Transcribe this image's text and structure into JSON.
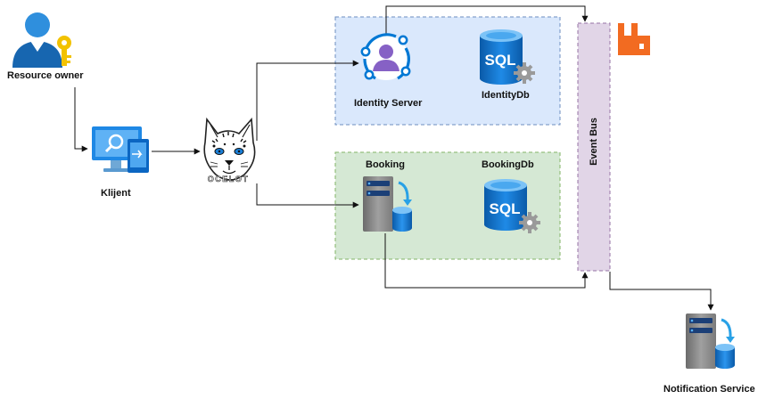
{
  "nodes": {
    "resource_owner": "Resource owner",
    "client": "Klijent",
    "gateway_logo_text": "OCELOT",
    "identity_server": "Identity Server",
    "identity_db": "IdentityDb",
    "identity_db_glyph": "SQL",
    "booking": "Booking",
    "booking_db": "BookingDb",
    "booking_db_glyph": "SQL",
    "event_bus": "Event Bus",
    "notification_service": "Notification Service"
  },
  "icons": {
    "resource_owner": "user-key-icon",
    "client": "monitor-device-icon",
    "gateway": "ocelot-cat-logo",
    "identity_server": "identity-user-icon",
    "identity_db": "sql-database-icon",
    "booking": "server-database-icon",
    "booking_db": "sql-database-icon",
    "message_broker": "rabbitmq-icon",
    "notification_service": "server-database-icon"
  },
  "colors": {
    "identity_zone_fill": "#dae8fc",
    "booking_zone_fill": "#d5e8d4",
    "event_bus_fill": "#e1d5e7",
    "broker_orange": "#f26b21",
    "azure_blue": "#0078d4",
    "user_purple": "#8661c5"
  }
}
